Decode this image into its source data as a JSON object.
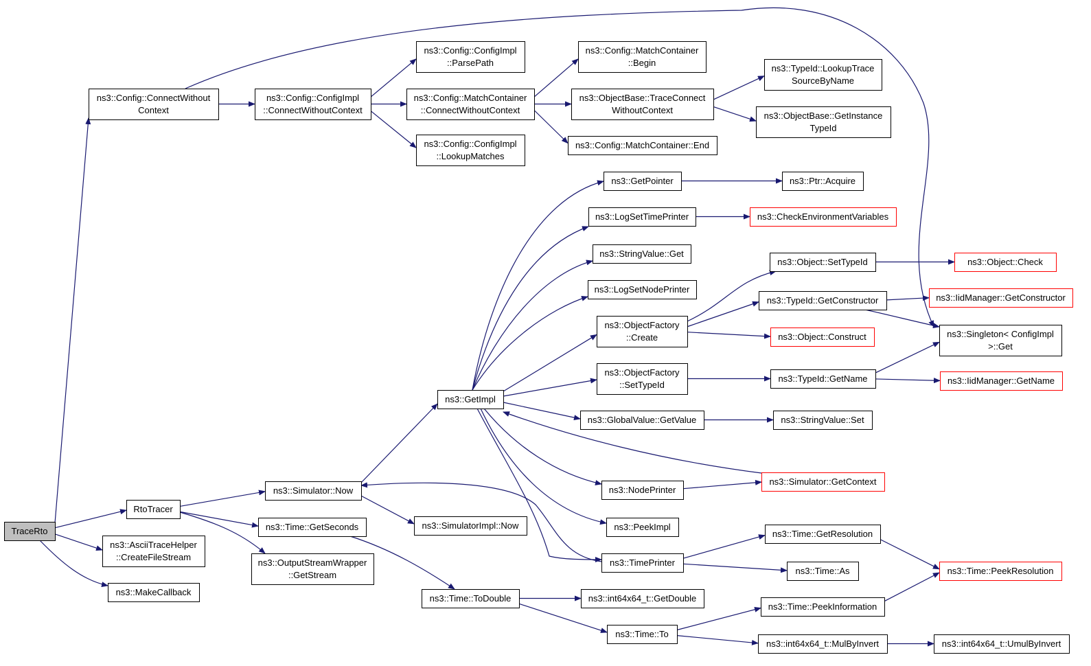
{
  "colors": {
    "edge": "#191970",
    "box_normal": "#000000",
    "box_truncated": "#ff0000",
    "root_fill": "#bfbfbf"
  },
  "nodes": {
    "tracerto": {
      "lines": [
        "TraceRto"
      ],
      "root": true
    },
    "config_cwc": {
      "lines": [
        "ns3::Config::ConnectWithout",
        "Context"
      ]
    },
    "rtotracer": {
      "lines": [
        "RtoTracer"
      ]
    },
    "ascii_cfs": {
      "lines": [
        "ns3::AsciiTraceHelper",
        "::CreateFileStream"
      ]
    },
    "makecallback": {
      "lines": [
        "ns3::MakeCallback"
      ]
    },
    "ci_cwc": {
      "lines": [
        "ns3::Config::ConfigImpl",
        "::ConnectWithoutContext"
      ]
    },
    "ci_parsepath": {
      "lines": [
        "ns3::Config::ConfigImpl",
        "::ParsePath"
      ]
    },
    "ci_lookup": {
      "lines": [
        "ns3::Config::ConfigImpl",
        "::LookupMatches"
      ]
    },
    "mc_cwc": {
      "lines": [
        "ns3::Config::MatchContainer",
        "::ConnectWithoutContext"
      ]
    },
    "mc_begin": {
      "lines": [
        "ns3::Config::MatchContainer",
        "::Begin"
      ]
    },
    "ob_tcwc": {
      "lines": [
        "ns3::ObjectBase::TraceConnect",
        "WithoutContext"
      ]
    },
    "mc_end": {
      "lines": [
        "ns3::Config::MatchContainer::End"
      ]
    },
    "tid_lts": {
      "lines": [
        "ns3::TypeId::LookupTrace",
        "SourceByName"
      ]
    },
    "ob_git": {
      "lines": [
        "ns3::ObjectBase::GetInstance",
        "TypeId"
      ]
    },
    "sim_now": {
      "lines": [
        "ns3::Simulator::Now"
      ]
    },
    "time_gs": {
      "lines": [
        "ns3::Time::GetSeconds"
      ]
    },
    "osw_gs": {
      "lines": [
        "ns3::OutputStreamWrapper",
        "::GetStream"
      ]
    },
    "getimpl": {
      "lines": [
        "ns3::GetImpl"
      ]
    },
    "simimpl_now": {
      "lines": [
        "ns3::SimulatorImpl::Now"
      ]
    },
    "time_todouble": {
      "lines": [
        "ns3::Time::ToDouble"
      ]
    },
    "getpointer": {
      "lines": [
        "ns3::GetPointer"
      ]
    },
    "logsettp": {
      "lines": [
        "ns3::LogSetTimePrinter"
      ]
    },
    "strval_get": {
      "lines": [
        "ns3::StringValue::Get"
      ]
    },
    "logsetnp": {
      "lines": [
        "ns3::LogSetNodePrinter"
      ]
    },
    "of_create": {
      "lines": [
        "ns3::ObjectFactory",
        "::Create"
      ]
    },
    "of_settid": {
      "lines": [
        "ns3::ObjectFactory",
        "::SetTypeId"
      ]
    },
    "gv_getvalue": {
      "lines": [
        "ns3::GlobalValue::GetValue"
      ]
    },
    "nodeprinter": {
      "lines": [
        "ns3::NodePrinter"
      ]
    },
    "peekimpl": {
      "lines": [
        "ns3::PeekImpl"
      ]
    },
    "timeprinter": {
      "lines": [
        "ns3::TimePrinter"
      ]
    },
    "int_getdouble": {
      "lines": [
        "ns3::int64x64_t::GetDouble"
      ]
    },
    "time_to": {
      "lines": [
        "ns3::Time::To"
      ]
    },
    "ptr_acquire": {
      "lines": [
        "ns3::Ptr::Acquire"
      ]
    },
    "check_env": {
      "lines": [
        "ns3::CheckEnvironmentVariables"
      ],
      "truncated": true
    },
    "obj_settid": {
      "lines": [
        "ns3::Object::SetTypeId"
      ]
    },
    "tid_getctor": {
      "lines": [
        "ns3::TypeId::GetConstructor"
      ]
    },
    "obj_construct": {
      "lines": [
        "ns3::Object::Construct"
      ],
      "truncated": true
    },
    "tid_getname": {
      "lines": [
        "ns3::TypeId::GetName"
      ]
    },
    "strval_set": {
      "lines": [
        "ns3::StringValue::Set"
      ]
    },
    "sim_getctx": {
      "lines": [
        "ns3::Simulator::GetContext"
      ],
      "truncated": true
    },
    "time_getres": {
      "lines": [
        "ns3::Time::GetResolution"
      ]
    },
    "time_as": {
      "lines": [
        "ns3::Time::As"
      ]
    },
    "time_peekinfo": {
      "lines": [
        "ns3::Time::PeekInformation"
      ]
    },
    "int_mulbyinv": {
      "lines": [
        "ns3::int64x64_t::MulByInvert"
      ]
    },
    "obj_check": {
      "lines": [
        "ns3::Object::Check"
      ],
      "truncated": true
    },
    "iid_getctor": {
      "lines": [
        "ns3::IidManager::GetConstructor"
      ],
      "truncated": true
    },
    "singleton_get": {
      "lines": [
        "ns3::Singleton< ConfigImpl",
        " >::Get"
      ]
    },
    "iid_getname": {
      "lines": [
        "ns3::IidManager::GetName"
      ],
      "truncated": true
    },
    "time_peekres": {
      "lines": [
        "ns3::Time::PeekResolution"
      ],
      "truncated": true
    },
    "int_umulbyinv": {
      "lines": [
        "ns3::int64x64_t::UmulByInvert"
      ]
    }
  },
  "edges": [
    [
      "tracerto",
      "config_cwc"
    ],
    [
      "tracerto",
      "rtotracer"
    ],
    [
      "tracerto",
      "ascii_cfs"
    ],
    [
      "tracerto",
      "makecallback"
    ],
    [
      "config_cwc",
      "ci_cwc"
    ],
    [
      "config_cwc",
      "singleton_get"
    ],
    [
      "ci_cwc",
      "ci_parsepath"
    ],
    [
      "ci_cwc",
      "mc_cwc"
    ],
    [
      "ci_cwc",
      "ci_lookup"
    ],
    [
      "mc_cwc",
      "mc_begin"
    ],
    [
      "mc_cwc",
      "ob_tcwc"
    ],
    [
      "mc_cwc",
      "mc_end"
    ],
    [
      "ob_tcwc",
      "tid_lts"
    ],
    [
      "ob_tcwc",
      "ob_git"
    ],
    [
      "rtotracer",
      "sim_now"
    ],
    [
      "rtotracer",
      "time_gs"
    ],
    [
      "rtotracer",
      "osw_gs"
    ],
    [
      "sim_now",
      "getimpl"
    ],
    [
      "sim_now",
      "simimpl_now"
    ],
    [
      "time_gs",
      "time_todouble"
    ],
    [
      "getimpl",
      "getpointer"
    ],
    [
      "getimpl",
      "logsettp"
    ],
    [
      "getimpl",
      "strval_get"
    ],
    [
      "getimpl",
      "logsetnp"
    ],
    [
      "getimpl",
      "of_create"
    ],
    [
      "getimpl",
      "of_settid"
    ],
    [
      "getimpl",
      "gv_getvalue"
    ],
    [
      "getimpl",
      "nodeprinter"
    ],
    [
      "getimpl",
      "peekimpl"
    ],
    [
      "getimpl",
      "timeprinter"
    ],
    [
      "getpointer",
      "ptr_acquire"
    ],
    [
      "logsettp",
      "check_env"
    ],
    [
      "of_create",
      "obj_settid"
    ],
    [
      "of_create",
      "tid_getctor"
    ],
    [
      "of_create",
      "obj_construct"
    ],
    [
      "of_settid",
      "tid_getname"
    ],
    [
      "gv_getvalue",
      "strval_set"
    ],
    [
      "nodeprinter",
      "sim_getctx"
    ],
    [
      "sim_getctx",
      "getimpl"
    ],
    [
      "timeprinter",
      "sim_now"
    ],
    [
      "timeprinter",
      "time_getres"
    ],
    [
      "timeprinter",
      "time_as"
    ],
    [
      "time_todouble",
      "int_getdouble"
    ],
    [
      "time_todouble",
      "time_to"
    ],
    [
      "time_to",
      "time_peekinfo"
    ],
    [
      "time_to",
      "int_mulbyinv"
    ],
    [
      "obj_settid",
      "obj_check"
    ],
    [
      "tid_getctor",
      "iid_getctor"
    ],
    [
      "tid_getctor",
      "singleton_get"
    ],
    [
      "tid_getname",
      "singleton_get"
    ],
    [
      "tid_getname",
      "iid_getname"
    ],
    [
      "time_getres",
      "time_peekres"
    ],
    [
      "time_peekinfo",
      "time_peekres"
    ],
    [
      "int_mulbyinv",
      "int_umulbyinv"
    ]
  ]
}
